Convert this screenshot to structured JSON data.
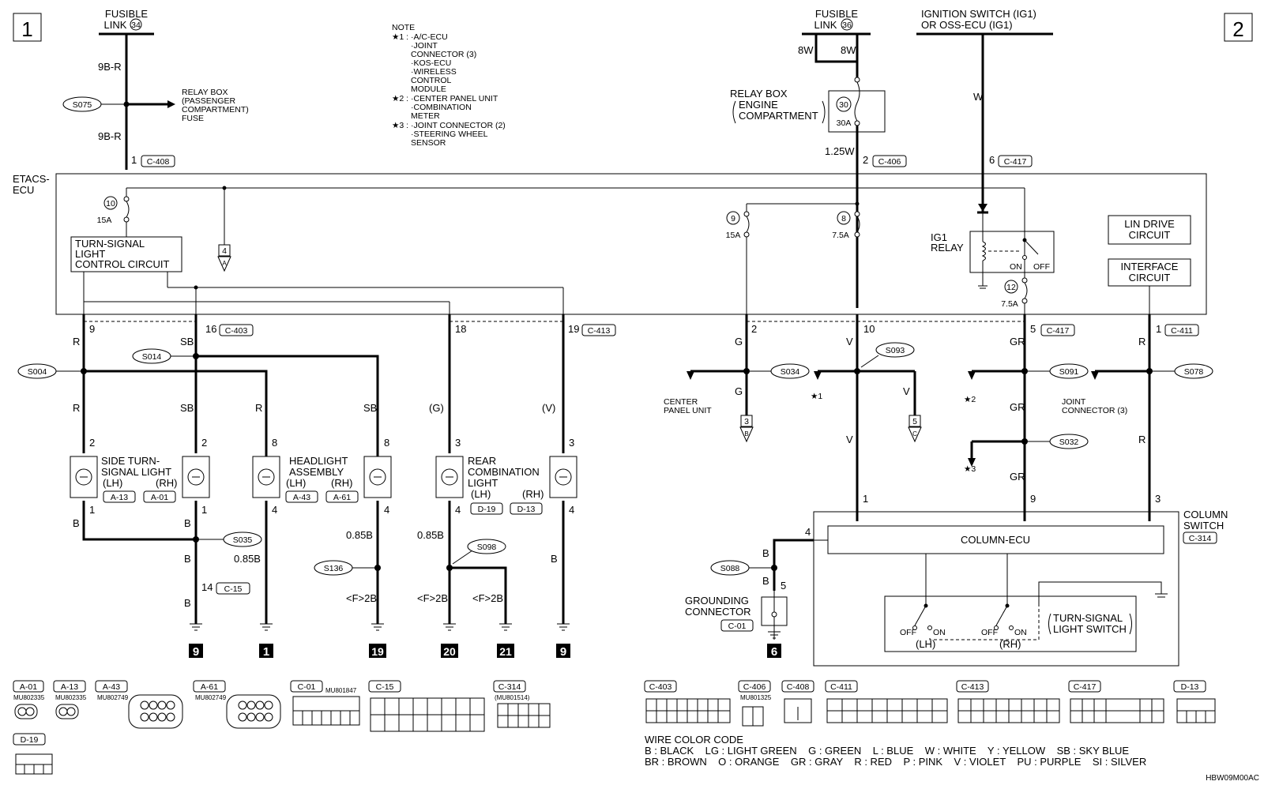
{
  "page": {
    "left_page_no": "1",
    "right_page_no": "2",
    "figure_code": "HBW09M00AC"
  },
  "supplies": {
    "fusible_link_34": {
      "label": "FUSIBLE",
      "label2": "LINK",
      "num": "34"
    },
    "fusible_link_36": {
      "label": "FUSIBLE",
      "label2": "LINK",
      "num": "36"
    },
    "ignition": {
      "line1": "IGNITION SWITCH (IG1)",
      "line2": "OR OSS-ECU (IG1)"
    }
  },
  "note": {
    "title": "NOTE",
    "items": [
      {
        "mark": "★1 :",
        "lines": [
          "·A/C-ECU",
          "·JOINT",
          "  CONNECTOR (3)",
          "·KOS-ECU",
          "·WIRELESS",
          "  CONTROL",
          "  MODULE"
        ]
      },
      {
        "mark": "★2 :",
        "lines": [
          "·CENTER PANEL UNIT",
          "·COMBINATION",
          "  METER"
        ]
      },
      {
        "mark": "★3 :",
        "lines": [
          "·JOINT CONNECTOR (2)",
          "·STEERING WHEEL",
          "  SENSOR"
        ]
      }
    ]
  },
  "relay_box_pass": {
    "lines": [
      "RELAY BOX",
      "(PASSENGER",
      "COMPARTMENT)",
      "FUSE"
    ]
  },
  "relay_box_engine": {
    "line1": "RELAY BOX",
    "line2": "ENGINE",
    "line3": "COMPARTMENT",
    "fuse_no": "30",
    "fuse_amp": "30A"
  },
  "etacs": {
    "label1": "ETACS-",
    "label2": "ECU",
    "turn_signal_circuit": [
      "TURN-SIGNAL",
      "LIGHT",
      "CONTROL CIRCUIT"
    ],
    "fuse10": {
      "no": "10",
      "amp": "15A"
    },
    "fuse9": {
      "no": "9",
      "amp": "15A"
    },
    "fuse8": {
      "no": "8",
      "amp": "7.5A"
    },
    "fuse12": {
      "no": "12",
      "amp": "7.5A"
    },
    "ig1_relay": [
      "IG1",
      "RELAY"
    ],
    "on": "ON",
    "off": "OFF",
    "lin_drive": [
      "LIN DRIVE",
      "CIRCUIT"
    ],
    "interface": [
      "INTERFACE",
      "CIRCUIT"
    ]
  },
  "connectors": {
    "c408": "C-408",
    "c406": "C-406",
    "c417": "C-417",
    "c403": "C-403",
    "c413": "C-413",
    "c411": "C-411",
    "c15": "C-15",
    "c01": "C-01",
    "c314": "C-314"
  },
  "pins": {
    "p1": "1",
    "p2": "2",
    "p6": "6",
    "p9": "9",
    "p16": "16",
    "p18": "18",
    "p19": "19",
    "p10": "10",
    "p5": "5",
    "p4": "4",
    "p3": "3",
    "p8": "8",
    "p14": "14",
    "p12": "12"
  },
  "wires": {
    "w9BR": "9B-R",
    "w8W": "8W",
    "w125W": "1.25W",
    "wW": "W",
    "wR": "R",
    "wSB": "SB",
    "wG": "G",
    "wV": "V",
    "wGR": "GR",
    "wB": "B",
    "w085B": "0.85B",
    "wF2B": "<F>2B",
    "wGp": "(G)",
    "wVp": "(V)"
  },
  "splices": {
    "s075": "S075",
    "s004": "S004",
    "s014": "S014",
    "s035": "S035",
    "s136": "S136",
    "s098": "S098",
    "s034": "S034",
    "s093": "S093",
    "s091": "S091",
    "s078": "S078",
    "s032": "S032",
    "s088": "S088"
  },
  "components": {
    "side_turn": {
      "l1": "SIDE TURN-",
      "l2": "SIGNAL LIGHT",
      "lh": "(LH)",
      "rh": "(RH)",
      "c_lh": "A-13",
      "c_rh": "A-01"
    },
    "headlight": {
      "l1": "HEADLIGHT",
      "l2": "ASSEMBLY",
      "lh": "(LH)",
      "rh": "(RH)",
      "c_lh": "A-43",
      "c_rh": "A-61"
    },
    "rear_comb": {
      "l1": "REAR",
      "l2": "COMBINATION",
      "l3": "LIGHT",
      "lh": "(LH)",
      "rh": "(RH)",
      "c_lh": "D-19",
      "c_rh": "D-13"
    },
    "center_panel": [
      "CENTER",
      "PANEL UNIT"
    ],
    "joint_conn": [
      "JOINT",
      "CONNECTOR (3)"
    ],
    "column_switch": [
      "COLUMN",
      "SWITCH"
    ],
    "column_ecu": "COLUMN-ECU",
    "turn_switch": [
      "TURN-SIGNAL",
      "LIGHT SWITCH"
    ],
    "grounding": [
      "GROUNDING",
      "CONNECTOR"
    ],
    "star1": "★1",
    "star2": "★2",
    "star3": "★3"
  },
  "refs": {
    "a": {
      "no": "4",
      "letter": "A"
    },
    "b": {
      "no": "3",
      "letter": "B"
    },
    "c": {
      "no": "5",
      "letter": "C"
    }
  },
  "grounds": [
    "9",
    "1",
    "19",
    "20",
    "21",
    "9",
    "6"
  ],
  "connector_views": [
    {
      "id": "A-01",
      "part": "MU802335"
    },
    {
      "id": "A-13",
      "part": "MU802335"
    },
    {
      "id": "A-43",
      "part": "MU802749"
    },
    {
      "id": "A-61",
      "part": "MU802749"
    },
    {
      "id": "C-01",
      "part": "MU801847"
    },
    {
      "id": "C-15",
      "part": ""
    },
    {
      "id": "C-314",
      "part": "(MU801514)"
    },
    {
      "id": "D-19",
      "part": ""
    },
    {
      "id": "C-403",
      "part": ""
    },
    {
      "id": "C-406",
      "part": "MU801325"
    },
    {
      "id": "C-408",
      "part": ""
    },
    {
      "id": "C-411",
      "part": ""
    },
    {
      "id": "C-413",
      "part": ""
    },
    {
      "id": "C-417",
      "part": ""
    },
    {
      "id": "D-13",
      "part": ""
    }
  ],
  "wire_color_code": {
    "title": "WIRE COLOR CODE",
    "line1": "B : BLACK    LG : LIGHT GREEN    G : GREEN    L : BLUE    W : WHITE    Y : YELLOW    SB : SKY BLUE",
    "line2": "BR : BROWN    O : ORANGE    GR : GRAY    R : RED    P : PINK    V : VIOLET    PU : PURPLE    SI : SILVER"
  }
}
